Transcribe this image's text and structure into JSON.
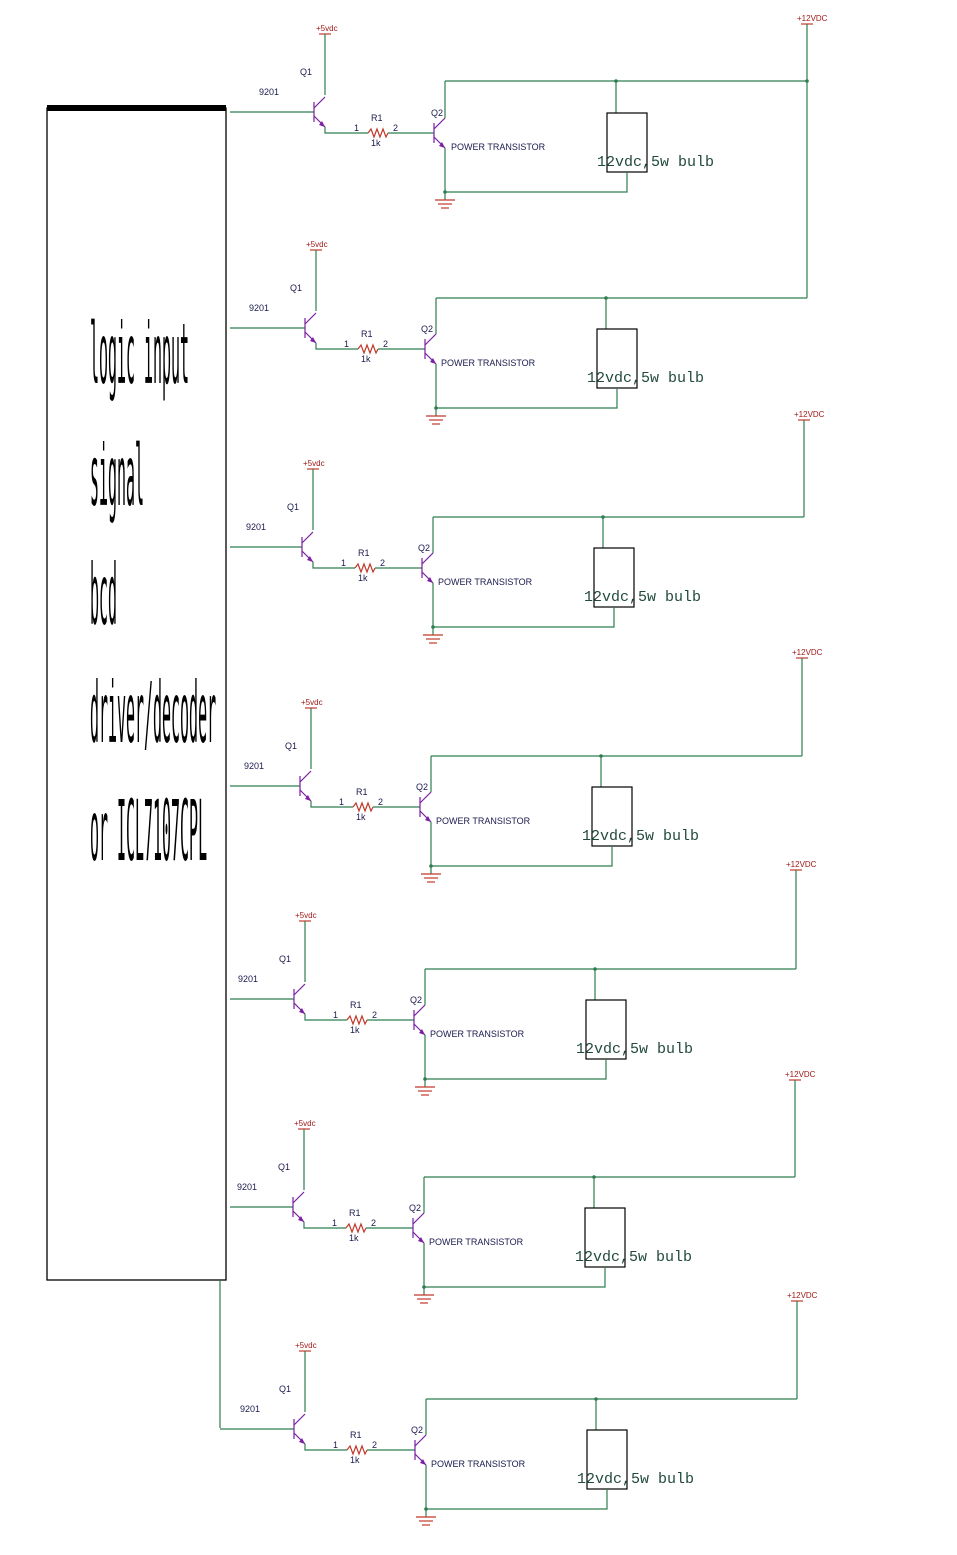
{
  "driver_block": {
    "label_lines": [
      "logic input",
      "signal",
      "bcd",
      "driver/decoder",
      "or ICL7107CPL"
    ]
  },
  "stage_labels": {
    "q1_label": "Q1",
    "q1_part": "9201",
    "q2_label": "Q2",
    "q2_name": "POWER TRANSISTOR",
    "r1_label": "R1",
    "r1_value": "1k",
    "pin1": "1",
    "pin2": "2",
    "vcc5": "+5vdc",
    "vcc12": "+12VDC",
    "lamp": "12vdc,5w bulb"
  },
  "stage_count": 7,
  "colors": {
    "wire": "#2e7d4f",
    "transistor": "#7a1fa2",
    "power_ground": "#c0392b"
  }
}
